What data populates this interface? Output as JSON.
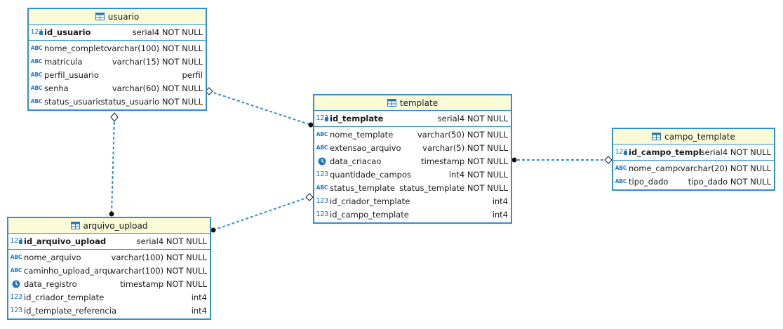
{
  "colors": {
    "border": "#2f8fd4",
    "header_bg": "#fbfbd8",
    "icon": "#2577c5",
    "connector": "#2f8fd4"
  },
  "icon_names": {
    "string": "abc-string-icon",
    "numeric": "numeric-123-icon",
    "key": "primary-key-icon",
    "timestamp": "clock-icon",
    "table": "table-icon"
  },
  "tables": [
    {
      "key": "usuario",
      "title": "usuario",
      "pk": [
        {
          "name": "id_usuario",
          "type": "serial4 NOT NULL",
          "icon": "numeric"
        }
      ],
      "columns": [
        {
          "name": "nome_completo",
          "type": "varchar(100) NOT NULL",
          "icon": "string"
        },
        {
          "name": "matricula",
          "type": "varchar(15) NOT NULL",
          "icon": "string"
        },
        {
          "name": "perfil_usuario",
          "type": "perfil",
          "icon": "string"
        },
        {
          "name": "senha",
          "type": "varchar(60) NOT NULL",
          "icon": "string"
        },
        {
          "name": "status_usuario",
          "type": "status_usuario NOT NULL",
          "icon": "string"
        }
      ]
    },
    {
      "key": "template",
      "title": "template",
      "pk": [
        {
          "name": "id_template",
          "type": "serial4 NOT NULL",
          "icon": "numeric"
        }
      ],
      "columns": [
        {
          "name": "nome_template",
          "type": "varchar(50) NOT NULL",
          "icon": "string"
        },
        {
          "name": "extensao_arquivo",
          "type": "varchar(5) NOT NULL",
          "icon": "string"
        },
        {
          "name": "data_criacao",
          "type": "timestamp NOT NULL",
          "icon": "timestamp"
        },
        {
          "name": "quantidade_campos",
          "type": "int4 NOT NULL",
          "icon": "numeric"
        },
        {
          "name": "status_template",
          "type": "status_template NOT NULL",
          "icon": "string"
        },
        {
          "name": "id_criador_template",
          "type": "int4",
          "icon": "numeric"
        },
        {
          "name": "id_campo_template",
          "type": "int4",
          "icon": "numeric"
        }
      ]
    },
    {
      "key": "campo_template",
      "title": "campo_template",
      "pk": [
        {
          "name": "id_campo_template",
          "type": "serial4 NOT NULL",
          "icon": "numeric"
        }
      ],
      "columns": [
        {
          "name": "nome_campo",
          "type": "varchar(20) NOT NULL",
          "icon": "string"
        },
        {
          "name": "tipo_dado",
          "type": "tipo_dado NOT NULL",
          "icon": "string"
        }
      ]
    },
    {
      "key": "arquivo_upload",
      "title": "arquivo_upload",
      "pk": [
        {
          "name": "id_arquivo_upload",
          "type": "serial4 NOT NULL",
          "icon": "numeric"
        }
      ],
      "columns": [
        {
          "name": "nome_arquivo",
          "type": "varchar(100) NOT NULL",
          "icon": "string"
        },
        {
          "name": "caminho_upload_arquivo",
          "type": "varchar(100) NOT NULL",
          "icon": "string"
        },
        {
          "name": "data_registro",
          "type": "timestamp NOT NULL",
          "icon": "timestamp"
        },
        {
          "name": "id_criador_template",
          "type": "int4",
          "icon": "numeric"
        },
        {
          "name": "id_template_referencia",
          "type": "int4",
          "icon": "numeric"
        }
      ]
    }
  ],
  "relationships": [
    {
      "from": "usuario",
      "to": "template"
    },
    {
      "from": "usuario",
      "to": "arquivo_upload"
    },
    {
      "from": "template",
      "to": "arquivo_upload"
    },
    {
      "from": "campo_template",
      "to": "template"
    }
  ]
}
